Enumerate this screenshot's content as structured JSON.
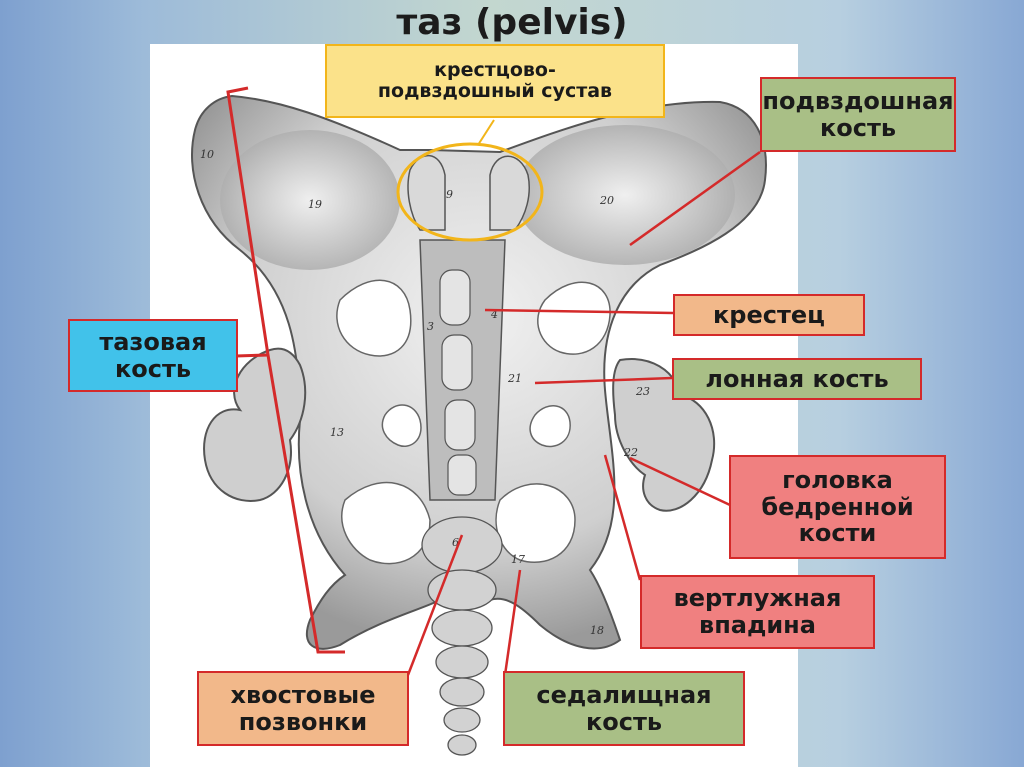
{
  "title": "таз (pelvis)",
  "labels": {
    "sacroiliac_joint": "крестцово-\nподвздошный сустав",
    "ilium": "подвздошная\nкость",
    "pelvic_bone": "тазовая\nкость",
    "sacrum": "крестец",
    "pubis": "лонная кость",
    "femoral_head": "головка\nбедренной\nкости",
    "acetabulum": "вертлужная\nвпадина",
    "coccygeal_vertebrae": "хвостовые\nпозвонки",
    "ischium": "седалищная\nкость"
  },
  "bone_numbers": [
    "10",
    "19",
    "9",
    "20",
    "3",
    "4",
    "21",
    "23",
    "13",
    "22",
    "6",
    "17",
    "18"
  ],
  "colors": {
    "outline": "#d42a2a",
    "yellow": "#fbe28a",
    "orange": "#f2b88a",
    "green": "#a9bf86",
    "blue": "#41c2ea",
    "pink": "#f08080",
    "circle": "#f2b51a"
  }
}
